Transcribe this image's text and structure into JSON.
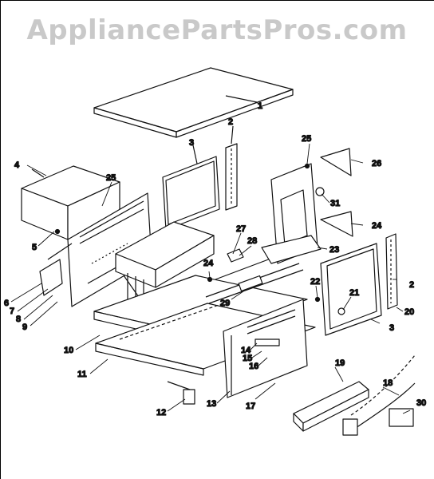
{
  "watermark": "AppliancePartsPros.com",
  "callouts": [
    "1",
    "2",
    "3",
    "4",
    "25",
    "5",
    "6",
    "7",
    "8",
    "9",
    "10",
    "11",
    "12",
    "13",
    "14",
    "15",
    "16",
    "17",
    "18",
    "19",
    "20",
    "21",
    "22",
    "23",
    "24",
    "26",
    "27",
    "28",
    "29",
    "30",
    "31"
  ]
}
